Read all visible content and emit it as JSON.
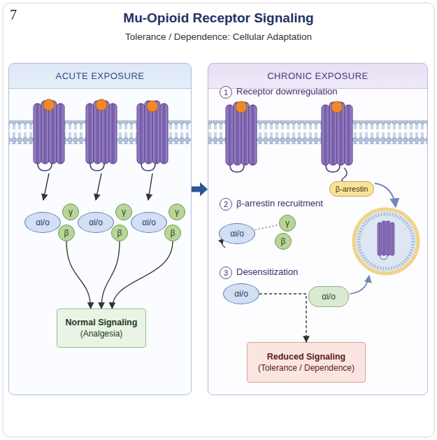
{
  "diagram": {
    "title": "Mu-Opioid Receptor Signaling",
    "nodes": [
      {
        "text": [
          "ACUTE EXPOSURE"
        ]
      },
      {
        "text": [
          "αi/o"
        ],
        "in": 0
      },
      {
        "text": [
          "γ"
        ],
        "in": 0
      },
      {
        "text": [
          "β"
        ],
        "in": 0
      },
      {
        "text": [
          "αi/o"
        ],
        "in": 0
      },
      {
        "text": [
          "γ"
        ],
        "in": 0
      },
      {
        "text": [
          "β"
        ],
        "in": 0
      },
      {
        "text": [
          "αi/o"
        ],
        "in": 0
      },
      {
        "text": [
          "γ"
        ],
        "in": 0
      },
      {
        "text": [
          "β"
        ],
        "in": 0
      },
      {
        "text": [
          "Normal Signaling",
          "(Analgesia)"
        ],
        "in": 0
      },
      {
        "text": [
          "CHRONIC EXPOSURE"
        ]
      },
      {
        "text": [
          "β-arrestin"
        ],
        "in": 11
      },
      {
        "text": [
          "αi/o"
        ],
        "in": 11
      },
      {
        "text": [
          "γ"
        ],
        "in": 11
      },
      {
        "text": [
          "β"
        ],
        "in": 11
      },
      {
        "text": [
          "αi/o"
        ],
        "in": 11
      },
      {
        "text": [
          "αi/o"
        ],
        "in": 11
      },
      {
        "text": [
          "Reduced Signaling",
          "(Tolerance / Dependence)"
        ],
        "in": 11
      }
    ],
    "edges": [
      {
        "from": 3,
        "to": 10,
        "arrow": "to"
      },
      {
        "from": 6,
        "to": 10,
        "arrow": "to"
      },
      {
        "from": 9,
        "to": 10,
        "arrow": "to"
      },
      {
        "from": 0,
        "to": 11,
        "arrow": "to"
      },
      {
        "from": 13,
        "to": 14,
        "arrow": "none"
      },
      {
        "from": 16,
        "to": 18,
        "arrow": "to"
      }
    ],
    "labels": [
      "7",
      "Tolerance / Dependence: Cellular Adaptation",
      "1",
      "Receptor downregulation",
      "2",
      "β-arrestin recruitment",
      "3",
      "Desensitization"
    ]
  }
}
